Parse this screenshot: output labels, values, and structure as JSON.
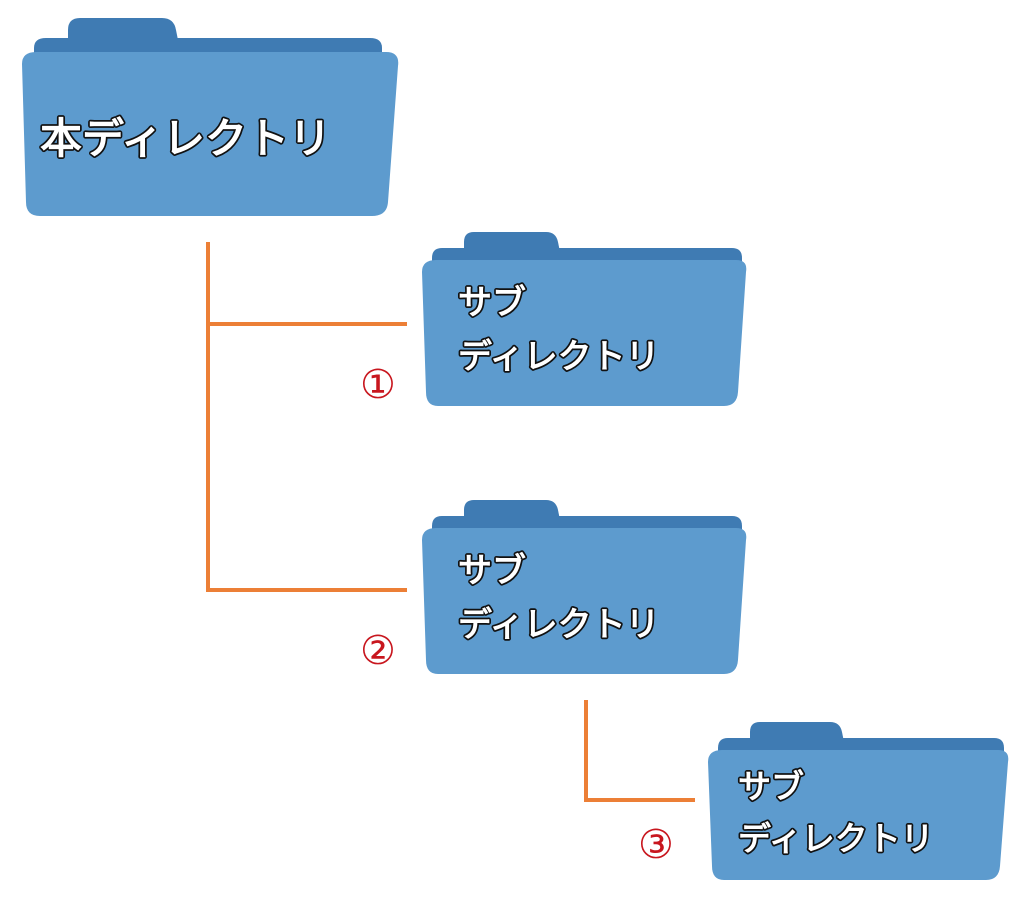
{
  "colors": {
    "folder_body": "#5d9bce",
    "folder_tab": "#3f7bb3",
    "folder_back": "#3f7bb3",
    "connector": "#ec7f36",
    "marker": "#c8161e",
    "label_fill": "#ffffff",
    "label_stroke": "#111111"
  },
  "root": {
    "label": "本ディレクトリ",
    "icon": "folder-icon"
  },
  "subdirs": [
    {
      "marker": "①",
      "label_line1": "サブ",
      "label_line2": "ディレクトリ",
      "icon": "folder-icon"
    },
    {
      "marker": "②",
      "label_line1": "サブ",
      "label_line2": "ディレクトリ",
      "icon": "folder-icon"
    },
    {
      "marker": "③",
      "label_line1": "サブ",
      "label_line2": "ディレクトリ",
      "icon": "folder-icon"
    }
  ]
}
